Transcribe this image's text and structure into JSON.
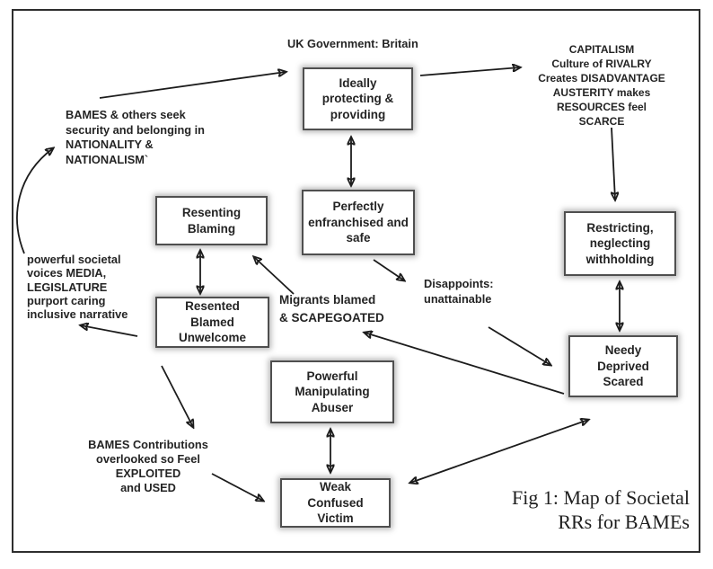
{
  "colors": {
    "ink": "#1c1c1c",
    "box_border": "#4f4f4f",
    "background": "#ffffff"
  },
  "labels": {
    "uk_government": "UK Government: Britain",
    "capitalism": "CAPITALISM\nCulture of RIVALRY\nCreates DISADVANTAGE\nAUSTERITY makes\nRESOURCES feel SCARCE",
    "bames_seek": "BAMES & others seek\nsecurity and belonging in\nNATIONALITY  &\nNATIONALISM`",
    "societal_voices": "powerful societal\nvoices MEDIA,\nLEGISLATURE\npurport caring\ninclusive narrative",
    "migrants": "Migrants blamed\n& SCAPEGOATED",
    "disappoints": "Disappoints:\nunattainable",
    "contributions": "BAMES Contributions\noverlooked so Feel EXPLOITED\nand USED"
  },
  "boxes": {
    "ideally": "Ideally\nprotecting &\nproviding",
    "perfectly": "Perfectly\nenfranchised and\nsafe",
    "resenting": "Resenting\nBlaming",
    "resented": "Resented\nBlamed\nUnwelcome",
    "restricting": "Restricting,\nneglecting\nwithholding",
    "needy": "Needy\nDeprived\nScared",
    "powerful": "Powerful\nManipulating\nAbuser",
    "weak": "Weak\nConfused\nVictim"
  },
  "caption": "Fig 1: Map of Societal\nRRs for BAMEs"
}
